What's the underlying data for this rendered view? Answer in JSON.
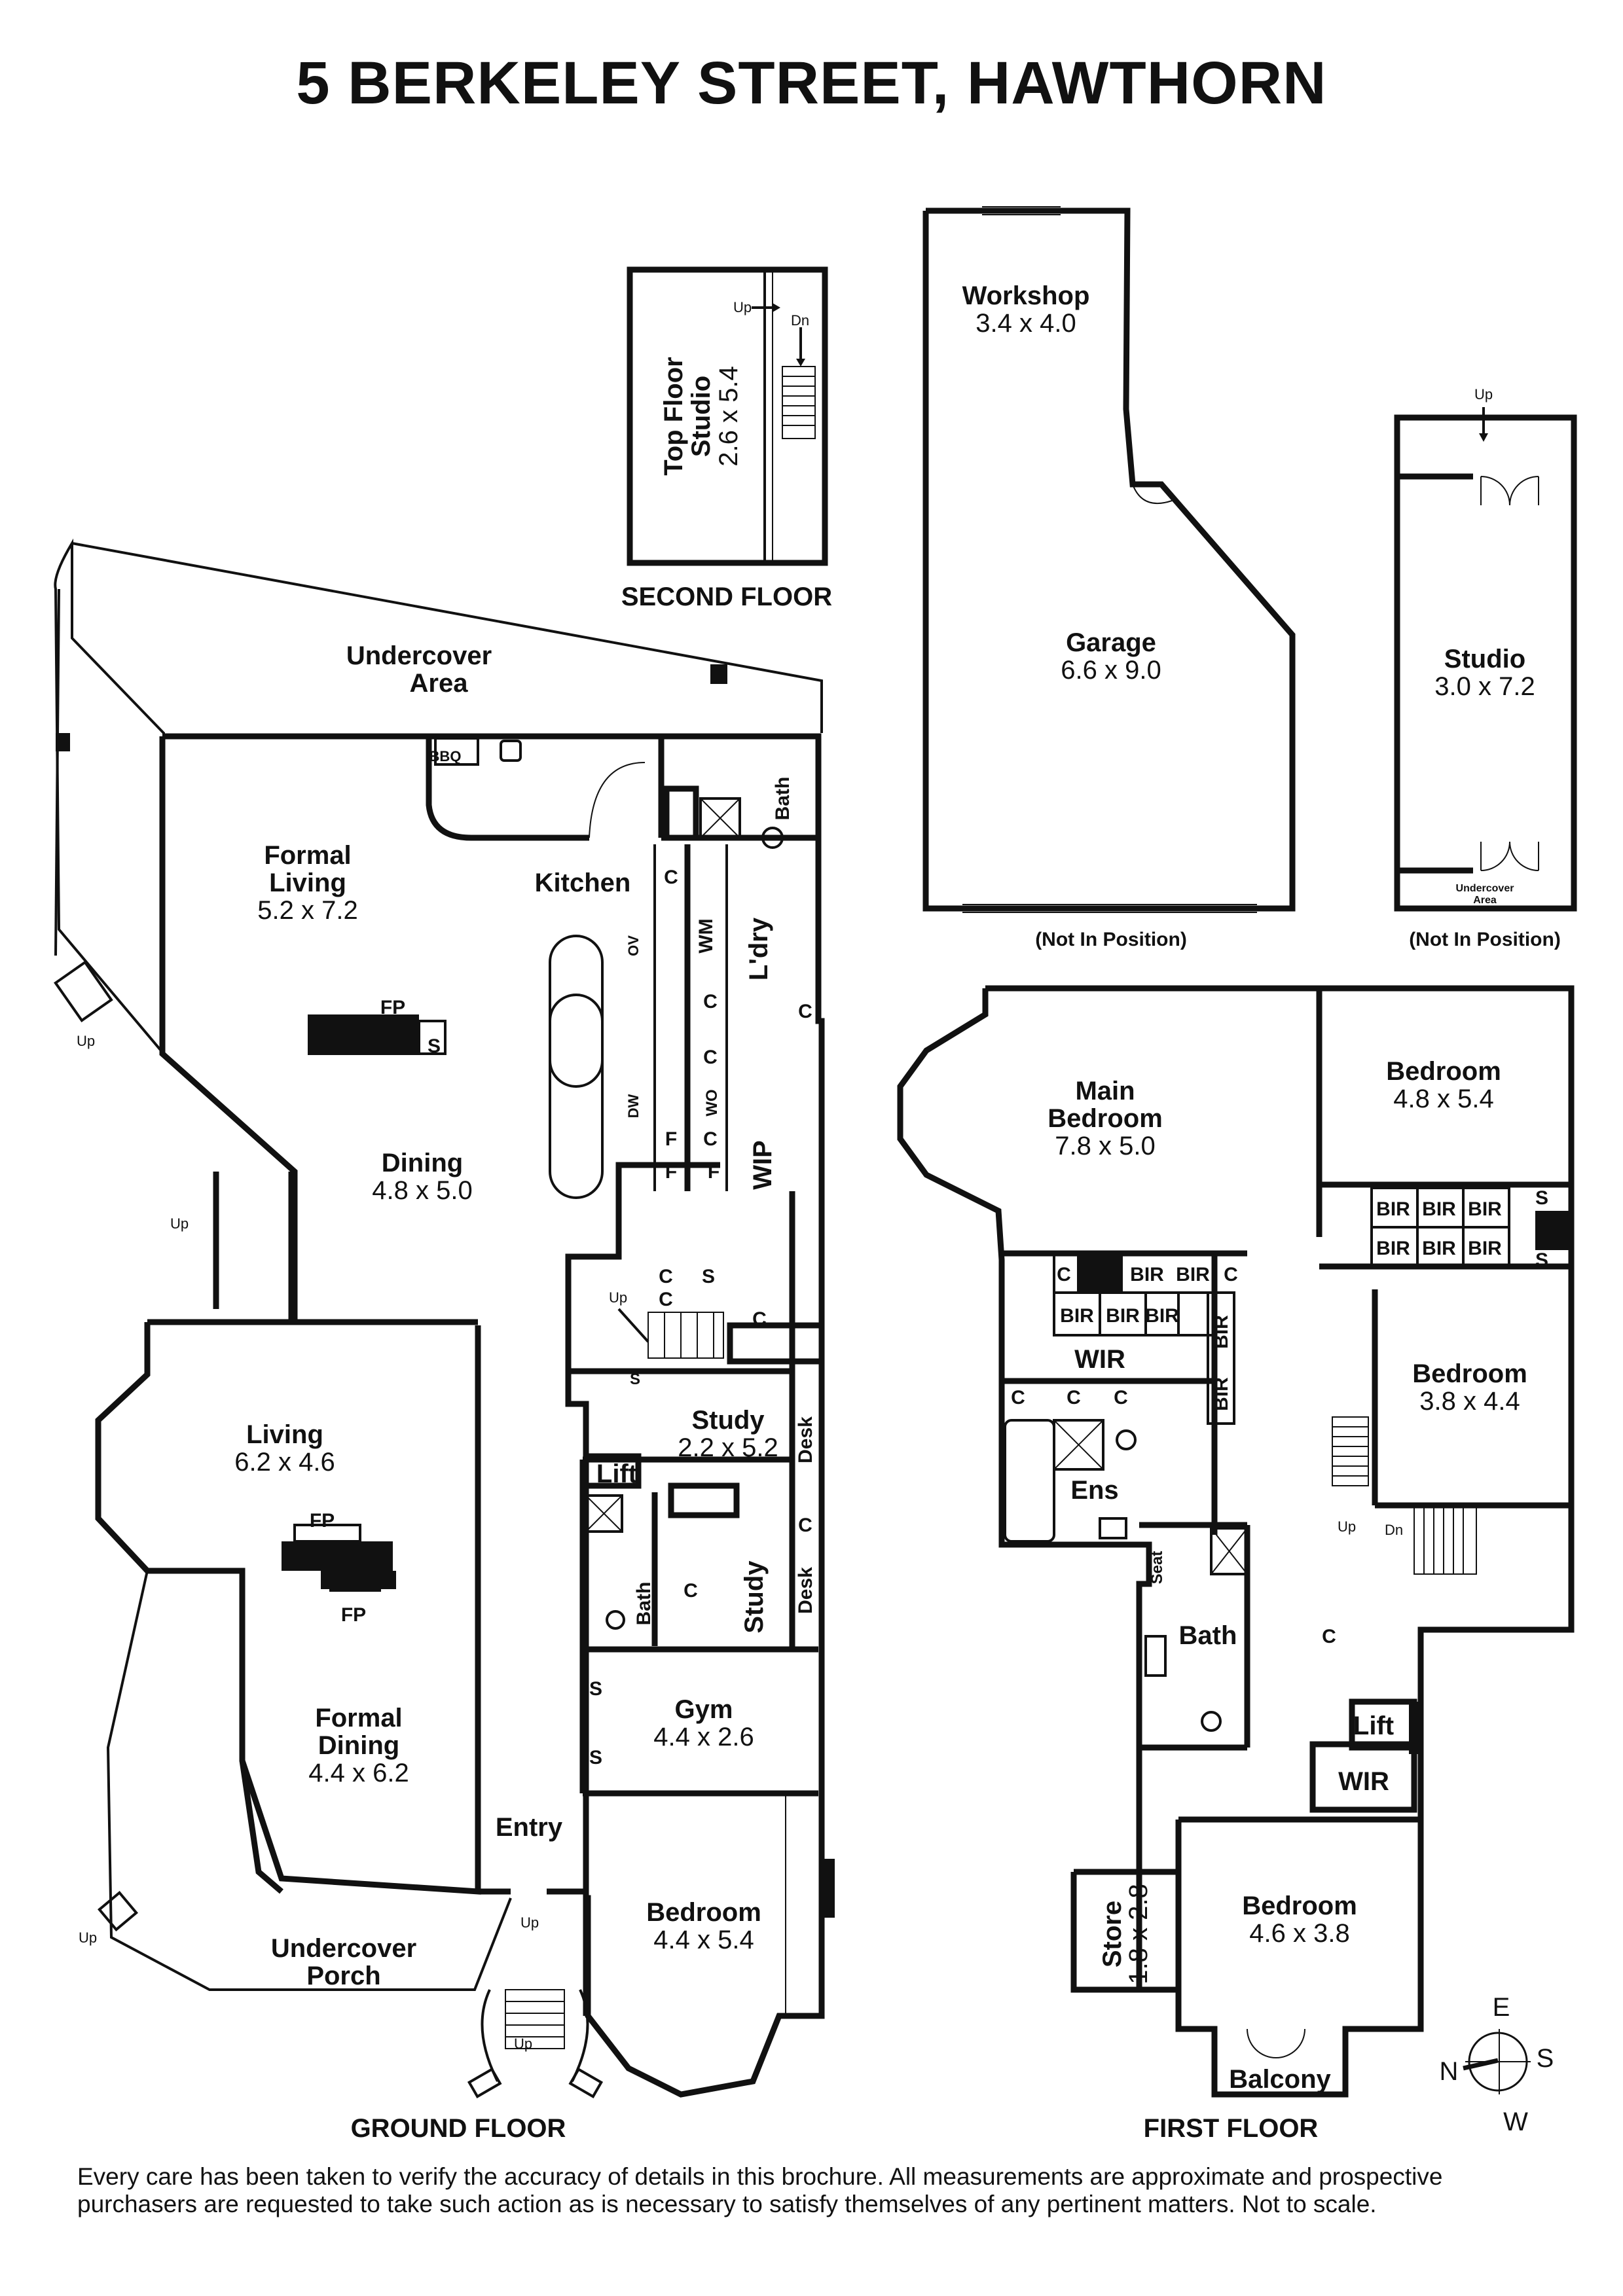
{
  "title": "5 BERKELEY STREET, HAWTHORN",
  "floors": {
    "ground": "GROUND FLOOR",
    "first": "FIRST FLOOR",
    "second": "SECOND FLOOR"
  },
  "rooms": {
    "top_studio": {
      "name": "Top Floor Studio",
      "size": "2.6 x 5.4"
    },
    "workshop": {
      "name": "Workshop",
      "size": "3.4 x 4.0"
    },
    "garage": {
      "name": "Garage",
      "size": "6.6 x 9.0"
    },
    "studio": {
      "name": "Studio",
      "size": "3.0 x 7.2"
    },
    "undercover_area": {
      "name": "Undercover Area"
    },
    "formal_living": {
      "name": "Formal Living",
      "size": "5.2 x 7.2"
    },
    "kitchen": {
      "name": "Kitchen"
    },
    "laundry": {
      "name": "L'dry"
    },
    "dining": {
      "name": "Dining",
      "size": "4.8 x 5.0"
    },
    "wip": {
      "name": "WIP"
    },
    "living": {
      "name": "Living",
      "size": "6.2 x 4.6"
    },
    "study": {
      "name": "Study",
      "size": "2.2 x 5.2"
    },
    "study2": {
      "name": "Study"
    },
    "formal_dining": {
      "name": "Formal Dining",
      "size": "4.4 x 6.2"
    },
    "gym": {
      "name": "Gym",
      "size": "4.4 x 2.6"
    },
    "entry": {
      "name": "Entry"
    },
    "bedroom_ground": {
      "name": "Bedroom",
      "size": "4.4 x 5.4"
    },
    "undercover_porch": {
      "name": "Undercover Porch"
    },
    "main_bedroom": {
      "name": "Main Bedroom",
      "size": "7.8 x 5.0"
    },
    "bedroom_1": {
      "name": "Bedroom",
      "size": "4.8 x 5.4"
    },
    "bedroom_2": {
      "name": "Bedroom",
      "size": "3.8 x 4.4"
    },
    "bedroom_3": {
      "name": "Bedroom",
      "size": "4.6 x 3.8"
    },
    "wir": {
      "name": "WIR"
    },
    "wir2": {
      "name": "WIR"
    },
    "ens": {
      "name": "Ens"
    },
    "bath_first": {
      "name": "Bath"
    },
    "store": {
      "name": "Store",
      "size": "1.8 x 2.8"
    },
    "balcony": {
      "name": "Balcony"
    },
    "lift_ground": {
      "name": "Lift"
    },
    "lift_first": {
      "name": "Lift"
    }
  },
  "notes": {
    "not_in_position": "(Not In Position)",
    "undercover_small": "Undercover Area"
  },
  "fixtures": {
    "up": "Up",
    "dn": "Dn",
    "bbq": "BBQ",
    "fp": "FP",
    "s": "S",
    "c": "C",
    "wm": "WM",
    "wo": "WO",
    "f": "F",
    "ov": "OV",
    "dw": "DW",
    "bath": "Bath",
    "desk": "Desk",
    "bir": "BIR",
    "seat": "Seat"
  },
  "compass": {
    "n": "N",
    "e": "E",
    "s": "S",
    "w": "W"
  },
  "disclaimer": "Every care has been taken to verify the accuracy of details in this brochure. All measurements are approximate and prospective purchasers are requested to take such action as is necessary to satisfy themselves of any pertinent matters. Not to scale."
}
